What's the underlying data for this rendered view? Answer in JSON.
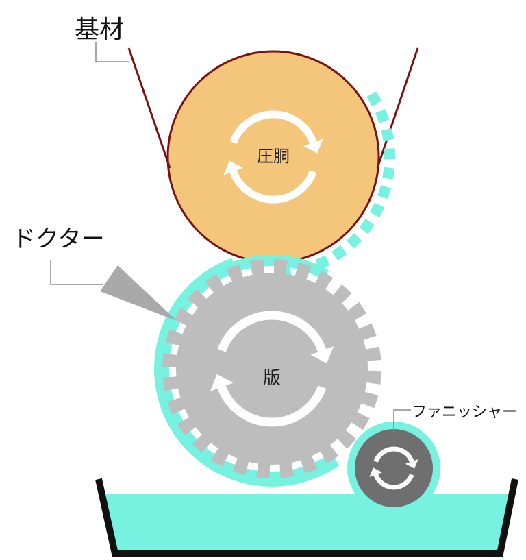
{
  "labels": {
    "substrate": "基材",
    "impression_cylinder": "圧胴",
    "doctor": "ドクター",
    "plate": "版",
    "fanisher": "ファニッシャー"
  },
  "colors": {
    "substrate_line": "#7a1212",
    "impression_fill": "#f3c67c",
    "ink": "#77f2e1",
    "plate_gray": "#bdbdbd",
    "roller_dark": "#6f6f6f",
    "doctor_gray": "#a9a9a9",
    "leader_gray": "#8a8a8a",
    "arrow_white": "#ffffff",
    "tray_black": "#111111"
  },
  "icons": {
    "rotation": "circular-arrows-icon"
  }
}
